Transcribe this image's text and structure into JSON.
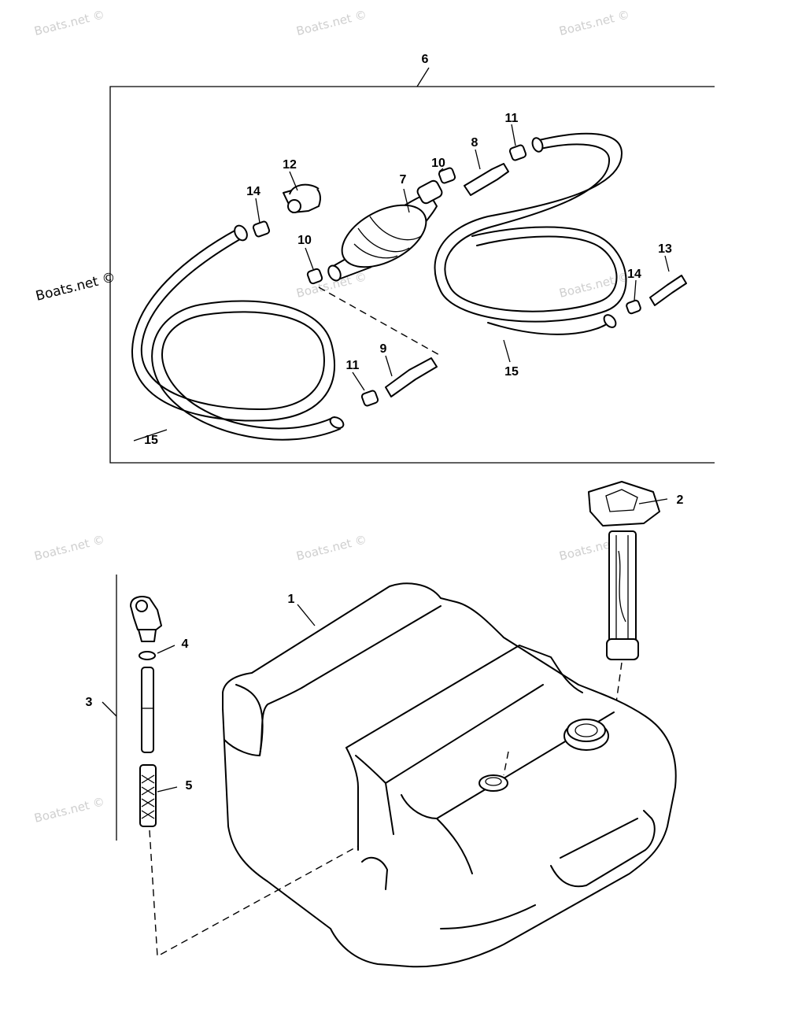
{
  "watermark": "Boats.net ©",
  "side_credit": "Boats.net ©",
  "labels": {
    "l1": "1",
    "l2": "2",
    "l3": "3",
    "l4": "4",
    "l5": "5",
    "l6": "6",
    "l7": "7",
    "l8": "8",
    "l9": "9",
    "l10a": "10",
    "l10b": "10",
    "l11a": "11",
    "l11b": "11",
    "l12": "12",
    "l13": "13",
    "l14a": "14",
    "l14b": "14",
    "l15a": "15",
    "l15b": "15"
  },
  "colors": {
    "line": "#000000",
    "watermark": "#cfcfcf",
    "background": "#ffffff"
  }
}
